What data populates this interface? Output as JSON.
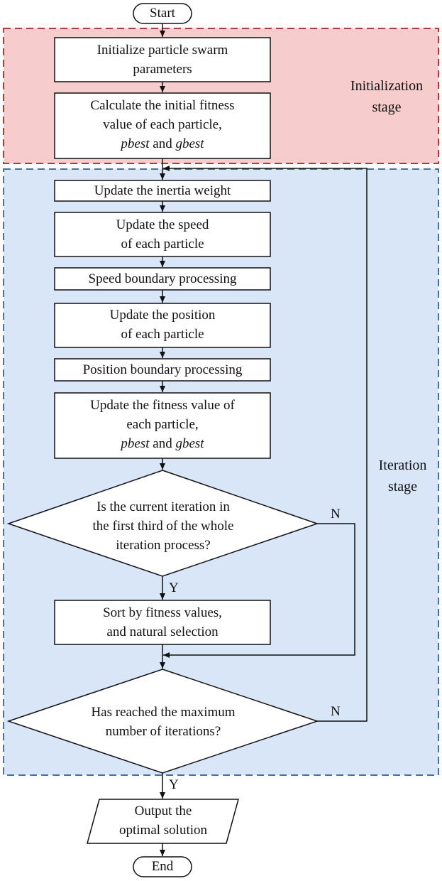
{
  "nodes": {
    "start": "Start",
    "init_params": [
      "Initialize particle swarm",
      "parameters"
    ],
    "calc_fitness": [
      "Calculate the initial fitness",
      "value of each particle,"
    ],
    "calc_fitness_vars": {
      "pbest": "pbest",
      "and": "and",
      "gbest": "gbest"
    },
    "update_inertia": "Update the inertia weight",
    "update_speed": [
      "Update the speed",
      "of each particle"
    ],
    "speed_boundary": "Speed boundary processing",
    "update_position": [
      "Update the position",
      "of each particle"
    ],
    "position_boundary": "Position boundary processing",
    "update_fitness": [
      "Update the fitness value of",
      "each particle,"
    ],
    "update_fitness_vars": {
      "pbest": "pbest",
      "and": "and",
      "gbest": "gbest"
    },
    "decision_third": [
      "Is the current iteration in",
      "the first third of the whole",
      "iteration process?"
    ],
    "sort_select": [
      "Sort by fitness values,",
      "and natural selection"
    ],
    "decision_max": [
      "Has reached the maximum",
      "number of iterations?"
    ],
    "output": [
      "Output the",
      "optimal solution"
    ],
    "end": "End"
  },
  "stages": {
    "initialization": [
      "Initialization",
      "stage"
    ],
    "iteration": [
      "Iteration",
      "stage"
    ]
  },
  "branches": {
    "third_no": "N",
    "third_yes": "Y",
    "max_no": "N",
    "max_yes": "Y"
  },
  "colors": {
    "init_fill": "#f6cccc",
    "init_border": "#b33a3a",
    "iter_fill": "#d8e6f8",
    "iter_border": "#4a6fa8",
    "line": "#111111"
  }
}
